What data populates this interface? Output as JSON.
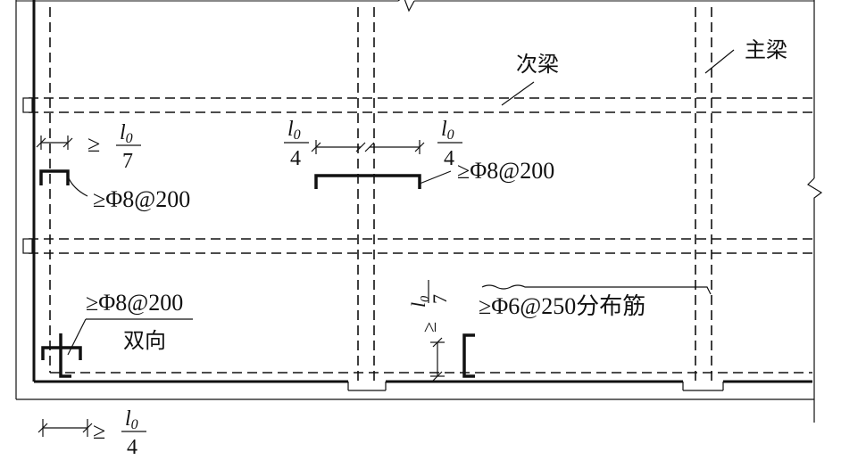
{
  "labels": {
    "secondary_beam": "次梁",
    "main_beam": "主梁",
    "rebar_corner_top": "≥Φ8@200",
    "rebar_middle": "≥Φ8@200",
    "rebar_corner_bottom": "≥Φ8@200",
    "two_way": "双向",
    "distribution_rebar": "≥Φ6@250分布筋",
    "ge": "≥",
    "l0": "l",
    "l0_sub": "0",
    "den_7": "7",
    "den_4": "4"
  },
  "colors": {
    "line": "#111111",
    "background": "#ffffff"
  }
}
